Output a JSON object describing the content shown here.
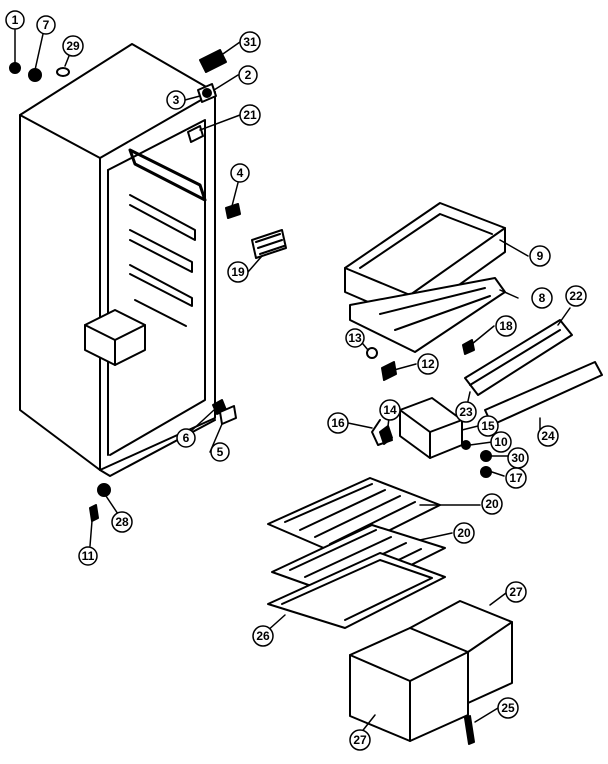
{
  "diagram": {
    "colors": {
      "ink": "#000000",
      "paper": "#ffffff"
    },
    "callouts": [
      "1",
      "7",
      "29",
      "31",
      "2",
      "3",
      "21",
      "4",
      "19",
      "9",
      "8",
      "22",
      "18",
      "13",
      "12",
      "16",
      "14",
      "15",
      "10",
      "30",
      "17",
      "23",
      "24",
      "6",
      "5",
      "11",
      "28",
      "20",
      "20",
      "26",
      "27",
      "27",
      "25"
    ],
    "parts": {
      "p1": "1",
      "p7": "7",
      "p29": "29",
      "p31": "31",
      "p2": "2",
      "p3": "3",
      "p21": "21",
      "p4": "4",
      "p19": "19",
      "p9": "9",
      "p8": "8",
      "p22": "22",
      "p18": "18",
      "p13": "13",
      "p12": "12",
      "p16": "16",
      "p14": "14",
      "p15": "15",
      "p10": "10",
      "p30": "30",
      "p17": "17",
      "p23": "23",
      "p24": "24",
      "p6": "6",
      "p5": "5",
      "p11": "11",
      "p28": "28",
      "p20a": "20",
      "p20b": "20",
      "p26": "26",
      "p27a": "27",
      "p27b": "27",
      "p25": "25"
    }
  }
}
